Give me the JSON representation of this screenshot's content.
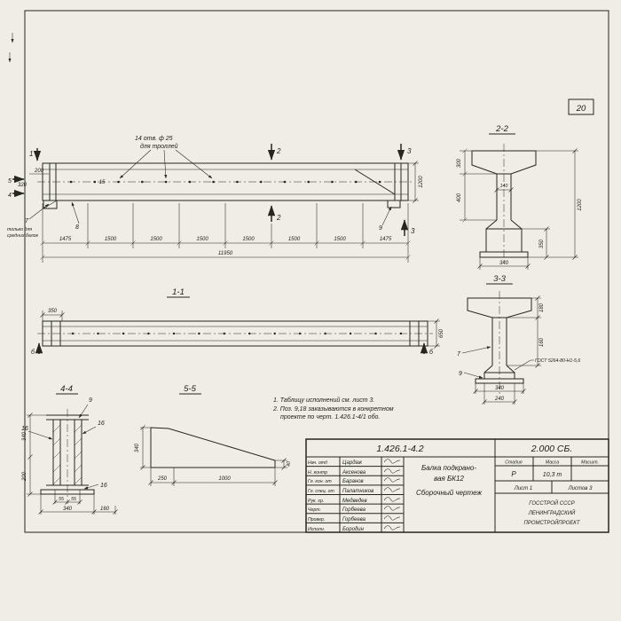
{
  "sheet": {
    "number": "20"
  },
  "main": {
    "holes1": "14 отв. ф 25",
    "holes2": "для троллей",
    "note1": "только для",
    "note2": "средних балок",
    "d320": "320",
    "d200": "200",
    "d15": "15",
    "d1200": "1200",
    "seg": [
      "1475",
      "1500",
      "1500",
      "1500",
      "1500",
      "1500",
      "1500",
      "1475"
    ],
    "total": "11950",
    "m1": "1",
    "m2": "2",
    "m3": "3",
    "m4": "4",
    "m5": "5",
    "p7": "7",
    "p8": "8",
    "p9": "9"
  },
  "s22": {
    "title": "2-2",
    "d300": "300",
    "d400": "400",
    "d140": "140",
    "d1200": "1200",
    "d350": "350",
    "d340": "340"
  },
  "s33": {
    "title": "3-3",
    "d180": "180",
    "d160": "160",
    "p7": "7",
    "p9": "9",
    "weld": "ГОСТ 5264-80-Н1-5,6",
    "d340": "340",
    "d240": "240"
  },
  "v11": {
    "title": "1-1",
    "d350": "350",
    "d650": "650",
    "mb": "б"
  },
  "v44": {
    "title": "4-4",
    "p9": "9",
    "p16": "16",
    "d340": "340",
    "d200": "200",
    "d55": "55",
    "d340b": "340",
    "d160": "160"
  },
  "v55": {
    "title": "5-5",
    "d340": "340",
    "d40": "40",
    "d250": "250",
    "d1000": "1000"
  },
  "notes": {
    "n1": "1. Таблицу исполнений см. лист 3.",
    "n2": "2. Поз. 9,18 заказываются в конкретном",
    "n3": "проекте по черт. 1.426.1-4/1 обо."
  },
  "tb": {
    "doc": "1.426.1-4.2",
    "code": "2.000 СБ.",
    "rows": [
      {
        "role": "Нач. отд",
        "name": "Цардаж"
      },
      {
        "role": "Н. контр",
        "name": "Аксенова"
      },
      {
        "role": "Гл. кон. от",
        "name": "Баранов"
      },
      {
        "role": "Гл. спец. от",
        "name": "Палатников"
      },
      {
        "role": "Рук. гр.",
        "name": "Медведев"
      },
      {
        "role": "Черт.",
        "name": "Горбеева"
      },
      {
        "role": "Провер.",
        "name": "Горбеева"
      },
      {
        "role": "Исполн.",
        "name": "Бородин"
      }
    ],
    "title1": "Балка подкрано-",
    "title2": "вая  БК12",
    "subtitle": "Сборочный  чертеж",
    "h_stage": "Стадия",
    "h_mass": "Масса",
    "h_scale": "Масшт.",
    "v_stage": "Р",
    "v_mass": "10,3 т",
    "sheet": "Лист 1",
    "sheets": "Листов 3",
    "org1": "ГОССТРОЙ СССР",
    "org2": "ЛЕНИНГРАДСКИЙ",
    "org3": "ПРОМСТРОЙПРОЕКТ"
  }
}
